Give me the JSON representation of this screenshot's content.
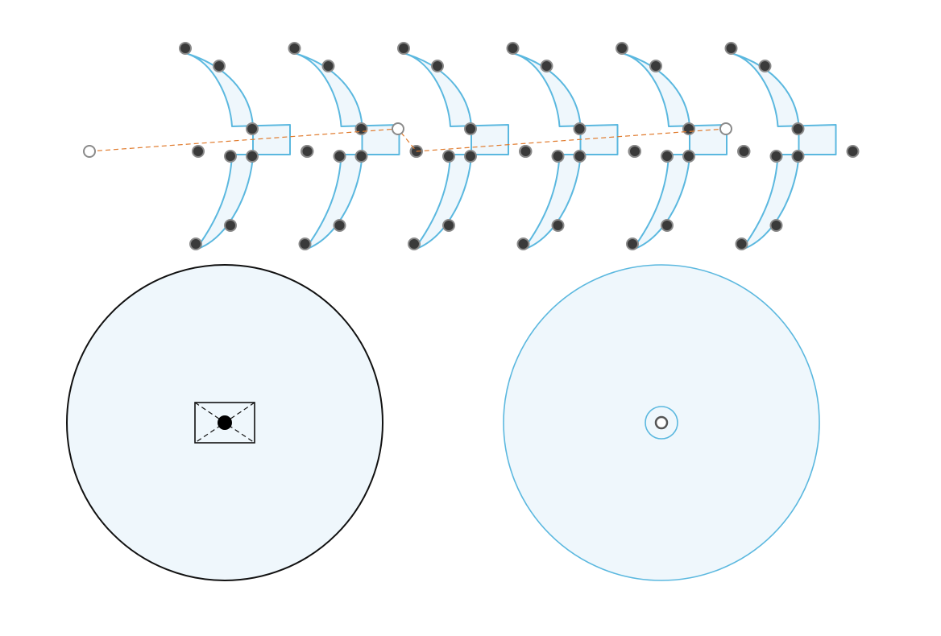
{
  "canvas": {
    "background": "#ffffff"
  },
  "colors": {
    "shape_fill": "#eff7fc",
    "shape_stroke": "#5bb8df",
    "handle_fill": "#3a3a3a",
    "handle_stroke": "#8a8a8a",
    "guide_line": "#e07a2c",
    "outline_black": "#111111"
  },
  "repeated_shape": {
    "count": 6,
    "kind": "crescent-with-tab"
  },
  "guide_path": {
    "style": "dashed",
    "endpoint_handles": 3
  },
  "circles": [
    {
      "name": "black-outline-circle",
      "center_icon": "envelope-icon"
    },
    {
      "name": "blue-outline-circle",
      "center_icon": "ring-handle-icon"
    }
  ]
}
